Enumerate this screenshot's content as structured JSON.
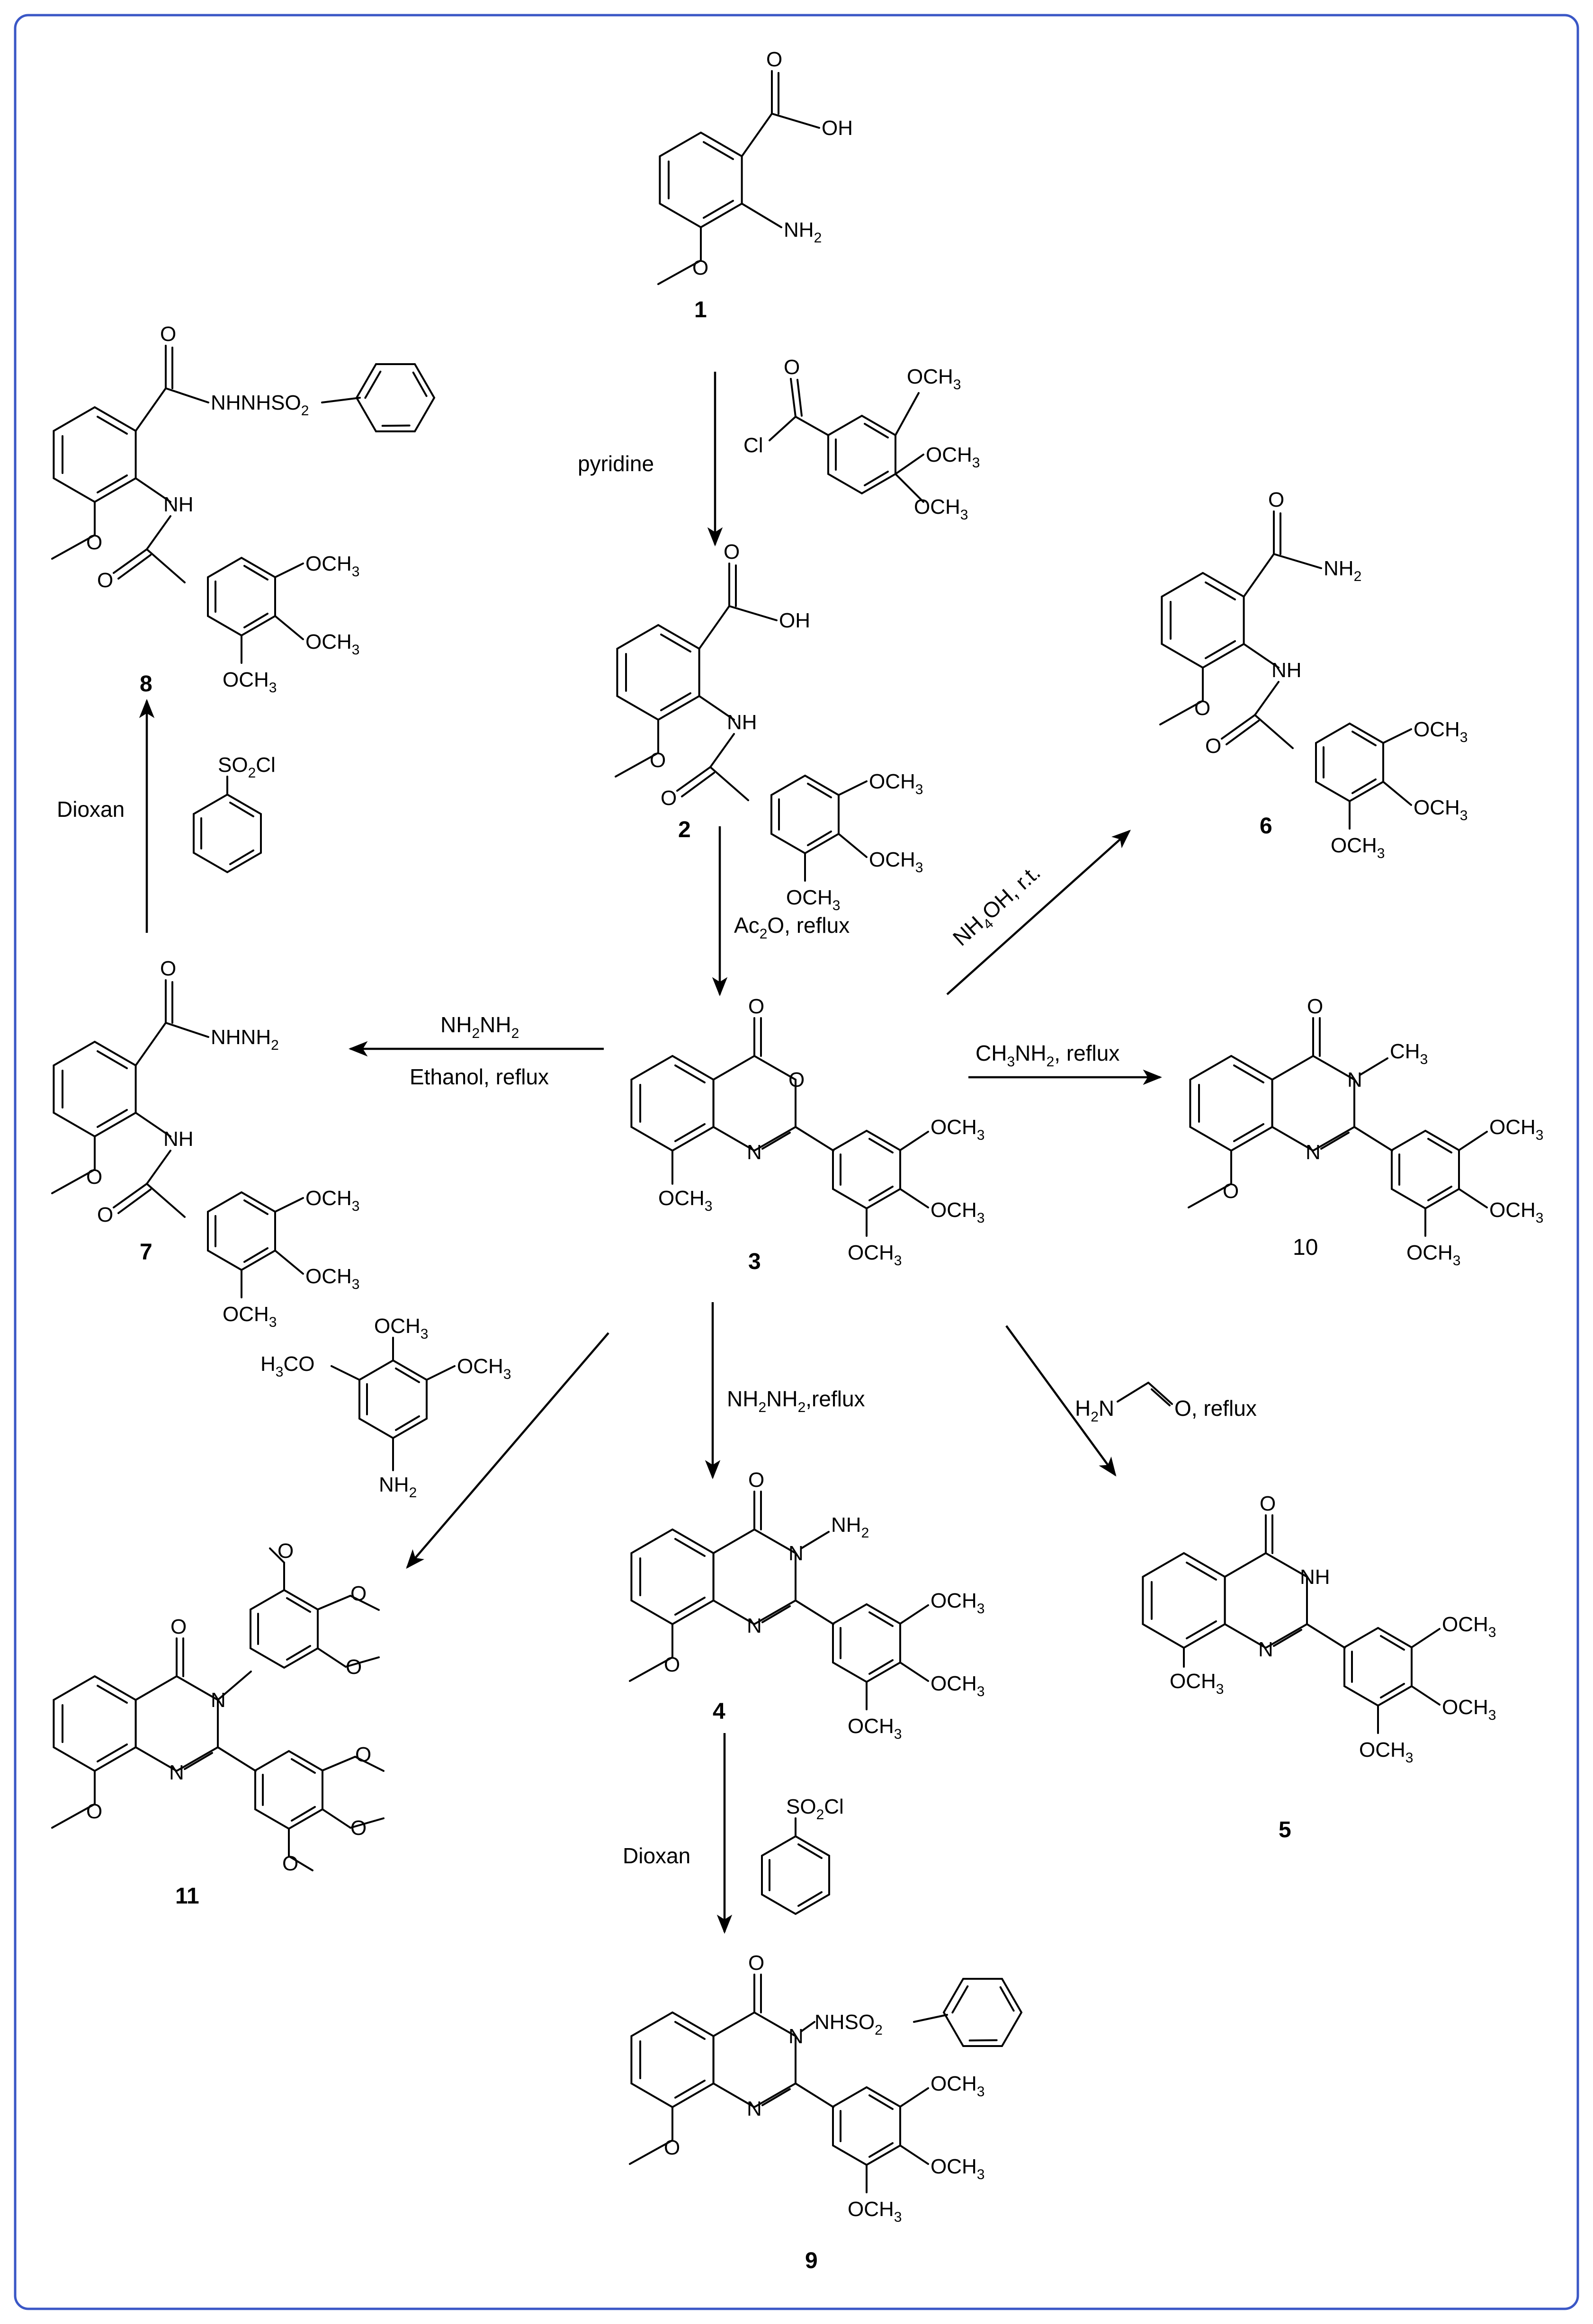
{
  "frame": {
    "border_color": "#3a57c6",
    "background": "#ffffff"
  },
  "compounds": {
    "c1": {
      "number": "1",
      "oh": "OH",
      "nh2": "NH",
      "nh2_sub": "2"
    },
    "c2": {
      "number": "2",
      "oh": "OH",
      "nh": "NH"
    },
    "c3": {
      "number": "3",
      "och3_8": "OCH",
      "n": "N"
    },
    "c4": {
      "number": "4",
      "nnh2": "N",
      "nh2": "NH",
      "nh2_sub": "2"
    },
    "c5": {
      "number": "5",
      "nh": "NH"
    },
    "c6": {
      "number": "6",
      "nh2": "NH",
      "nh2_sub": "2",
      "nh": "NH"
    },
    "c7": {
      "number": "7",
      "nhnh2": "NHNH",
      "nhnh2_sub": "2",
      "nh": "NH"
    },
    "c8": {
      "number": "8",
      "chain": "NHNHSO",
      "chain_sub": "2",
      "nh": "NH"
    },
    "c9": {
      "number": "9",
      "chain": "NHSO",
      "chain_sub": "2"
    },
    "c10": {
      "number": "10",
      "n": "N",
      "ch3": "CH",
      "ch3_sub": "3"
    },
    "c11": {
      "number": "11"
    }
  },
  "common": {
    "och3": "OCH",
    "och3_sub": "3",
    "o": "O",
    "n": "N",
    "cl": "Cl",
    "so2cl": "SO",
    "so2cl_sub": "2",
    "so2cl_end": "Cl"
  },
  "reagents": {
    "amine_h3co": "H",
    "amine_h3co_sub": "3",
    "amine_h3co_end": "CO",
    "amine_nh2": "NH",
    "amine_nh2_sub": "2",
    "formamide_h2n": "H",
    "formamide_h2n_sub": "2",
    "formamide_n": "N"
  },
  "conditions": {
    "pyridine": "pyridine",
    "ac2o_pre": "Ac",
    "ac2o_sub": "2",
    "ac2o_post": "O, reflux",
    "nh4oh_pre": "NH",
    "nh4oh_sub": "4",
    "nh4oh_post": "OH, r.t.",
    "hydrazine_pre": "NH",
    "hydrazine_sub1": "2",
    "hydrazine_mid": "NH",
    "hydrazine_sub2": "2",
    "ethanol_reflux": "Ethanol, reflux",
    "methylamine_pre": "CH",
    "methylamine_sub1": "3",
    "methylamine_mid": "NH",
    "methylamine_sub2": "2",
    "methylamine_post": ", reflux",
    "hydrazine_reflux_post": ",reflux",
    "formamide_post": "O, reflux",
    "dioxan_top": "Dioxan",
    "dioxan_bottom": "Dioxan"
  }
}
